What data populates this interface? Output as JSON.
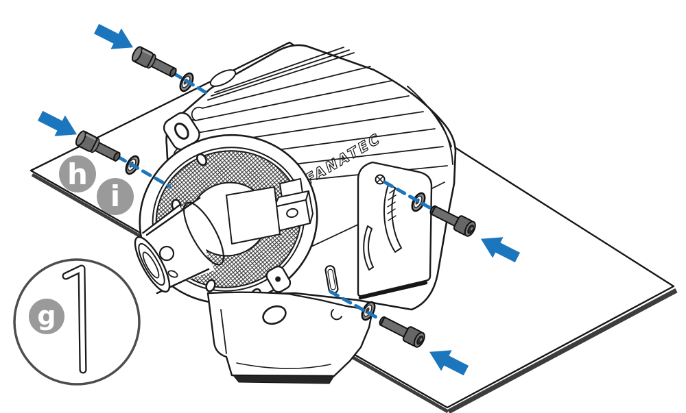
{
  "illustration": {
    "brand_label": "FANATEC",
    "callouts": {
      "g": {
        "letter": "g",
        "part": "allen-key-icon"
      },
      "h": {
        "letter": "h",
        "part": "socket-head-screw-icon"
      },
      "i": {
        "letter": "i",
        "part": "washer-icon"
      }
    },
    "hardware": {
      "screws_visible": 4,
      "washers_visible": 4,
      "direction_arrows": 4,
      "guide_lines": 4
    },
    "colors": {
      "accent_blue": "#1B76BD",
      "callout_gray": "#9A9A9A",
      "screw_gray": "#6E6E6E",
      "outline_black": "#1A1A1A",
      "surface_white": "#FFFFFF",
      "inset_ring_gray": "#4D4D4D"
    }
  }
}
